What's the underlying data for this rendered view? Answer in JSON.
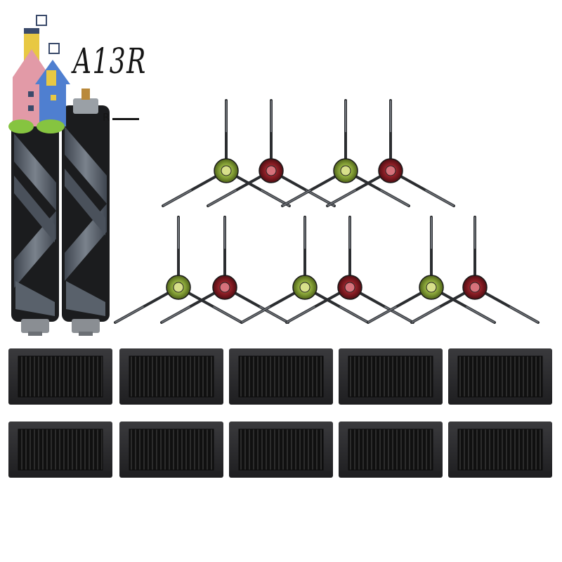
{
  "logo": {
    "text": "A13R",
    "sub": "R"
  },
  "items": {
    "main_brush_count": 2,
    "side_brush_count": 10,
    "filter_count": 10
  },
  "colors": {
    "background": "#ffffff",
    "brush_dark": "#1b1c1e",
    "brush_blade": "#5c6470",
    "side_hub_green": "#7d9a2e",
    "side_hub_red": "#8b1e25",
    "filter_frame": "#2a2a2c",
    "filter_mesh": "#141414"
  }
}
